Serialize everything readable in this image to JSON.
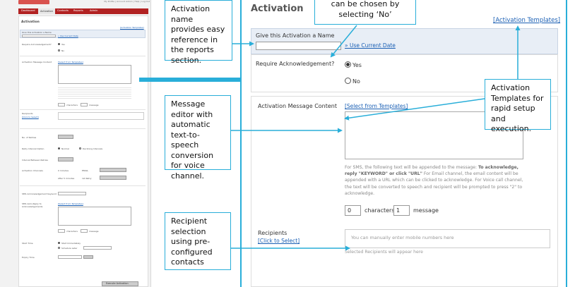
{
  "thumbnail": {
    "top_links": "My Profile | Account Admin | Help | Log Out",
    "nav": [
      "Dashboard",
      "Activation",
      "Contacts",
      "Reports",
      "Admin"
    ],
    "nav_active": "Activation",
    "title": "Activation",
    "templates_link": "[Activation Templates]",
    "name_label": "Give this Activation a Name",
    "use_date": "» Use Current Date",
    "ack_label": "Require Acknowledgement?",
    "yes": "Yes",
    "no": "No",
    "message_label": "Activation Message Content",
    "select_tmpl": "[Select from Templates]",
    "characters": "characters",
    "message": "message",
    "recipients": "Recipients",
    "click_select": "[Click to Select]",
    "no_retries": "No. of Retries",
    "retry_option": "Retry Interval Option",
    "normal": "Normal",
    "declining": "Declining Intervals",
    "interval_between": "Interval Between Retries",
    "activation_channels": "Activation Channels",
    "minutes_0": "0 minutes",
    "after_5": "After 5 minutes",
    "email": "EMAIL",
    "first_retry": "1st Retry",
    "sms_ack": "SMS Acknowledgement Keyword",
    "sms_auto_reply": "SMS Auto-Reply to Acknowledgements",
    "start_time": "Start Time",
    "start_immediately": "Start Immediately",
    "schedule_later": "Schedule Later",
    "expiry_time": "Expiry Time",
    "execute": "Execute Activation"
  },
  "main": {
    "title": "Activation",
    "templates_link": "[Activation Templates]",
    "name_label": "Give this Activation a Name",
    "name_value": "",
    "use_current_date": "» Use Current Date",
    "ack_label": "Require Acknowledgement?",
    "yes": "Yes",
    "no": "No",
    "message_label": "Activation Message Content",
    "select_templates": "[Select from Templates]",
    "sms_note_1": "For SMS, the following text will be appended to the message:",
    "sms_note_bold": "To acknowledge, reply \"KEYWORD\" or click \"URL\"",
    "email_note": "For Email channel, the email content will be appended with a URL which can be clicked to acknowledge. For Voice call channel, the text will be converted to speech and recipient will be prompted to press \"2\" to acknowledge.",
    "char_count": "0",
    "characters_label": "characters",
    "message_count": "1",
    "message_label_suffix": "message",
    "recipients_label": "Recipients",
    "click_to_select": "[Click to Select]",
    "recipients_placeholder": "You can manually enter mobile numbers here",
    "selected_recipients_note": "Selected Recipients will appear here"
  },
  "callouts": {
    "name": "Activation name provides easy reference in the reports section.",
    "ack": "can be chosen by selecting ‘No’",
    "templates": "Activation Templates for rapid setup and execution.",
    "editor": "Message editor with automatic text-to-speech conversion for voice channel.",
    "recipients": "Recipient selection using pre-configured contacts"
  },
  "colors": {
    "accent": "#29aed9",
    "nav_red": "#b22222",
    "link": "#1a5fb4"
  }
}
